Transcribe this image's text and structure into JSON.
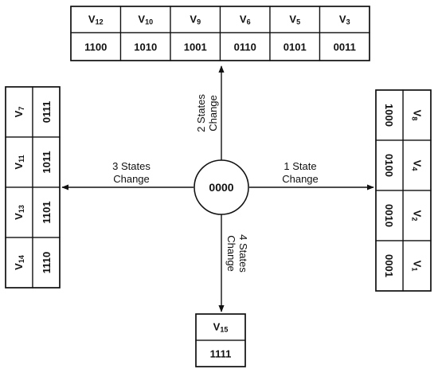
{
  "center_state": "0000",
  "top_group": {
    "states": [
      {
        "vector": "V12",
        "code": "1100"
      },
      {
        "vector": "V10",
        "code": "1010"
      },
      {
        "vector": "V9",
        "code": "1001"
      },
      {
        "vector": "V6",
        "code": "0110"
      },
      {
        "vector": "V5",
        "code": "0101"
      },
      {
        "vector": "V3",
        "code": "0011"
      }
    ],
    "caption_line1": "2 States",
    "caption_line2": "Change"
  },
  "left_group": {
    "states": [
      {
        "vector": "V7",
        "code": "0111"
      },
      {
        "vector": "V11",
        "code": "1011"
      },
      {
        "vector": "V13",
        "code": "1101"
      },
      {
        "vector": "V14",
        "code": "1110"
      }
    ],
    "caption_line1": "3 States",
    "caption_line2": "Change"
  },
  "right_group": {
    "states": [
      {
        "vector": "V8",
        "code": "1000"
      },
      {
        "vector": "V4",
        "code": "0100"
      },
      {
        "vector": "V2",
        "code": "0010"
      },
      {
        "vector": "V1",
        "code": "0001"
      }
    ],
    "caption_line1": "1 State",
    "caption_line2": "Change"
  },
  "bottom_group": {
    "states": [
      {
        "vector": "V15",
        "code": "1111"
      }
    ],
    "caption_line1": "4 States",
    "caption_line2": "Change"
  }
}
